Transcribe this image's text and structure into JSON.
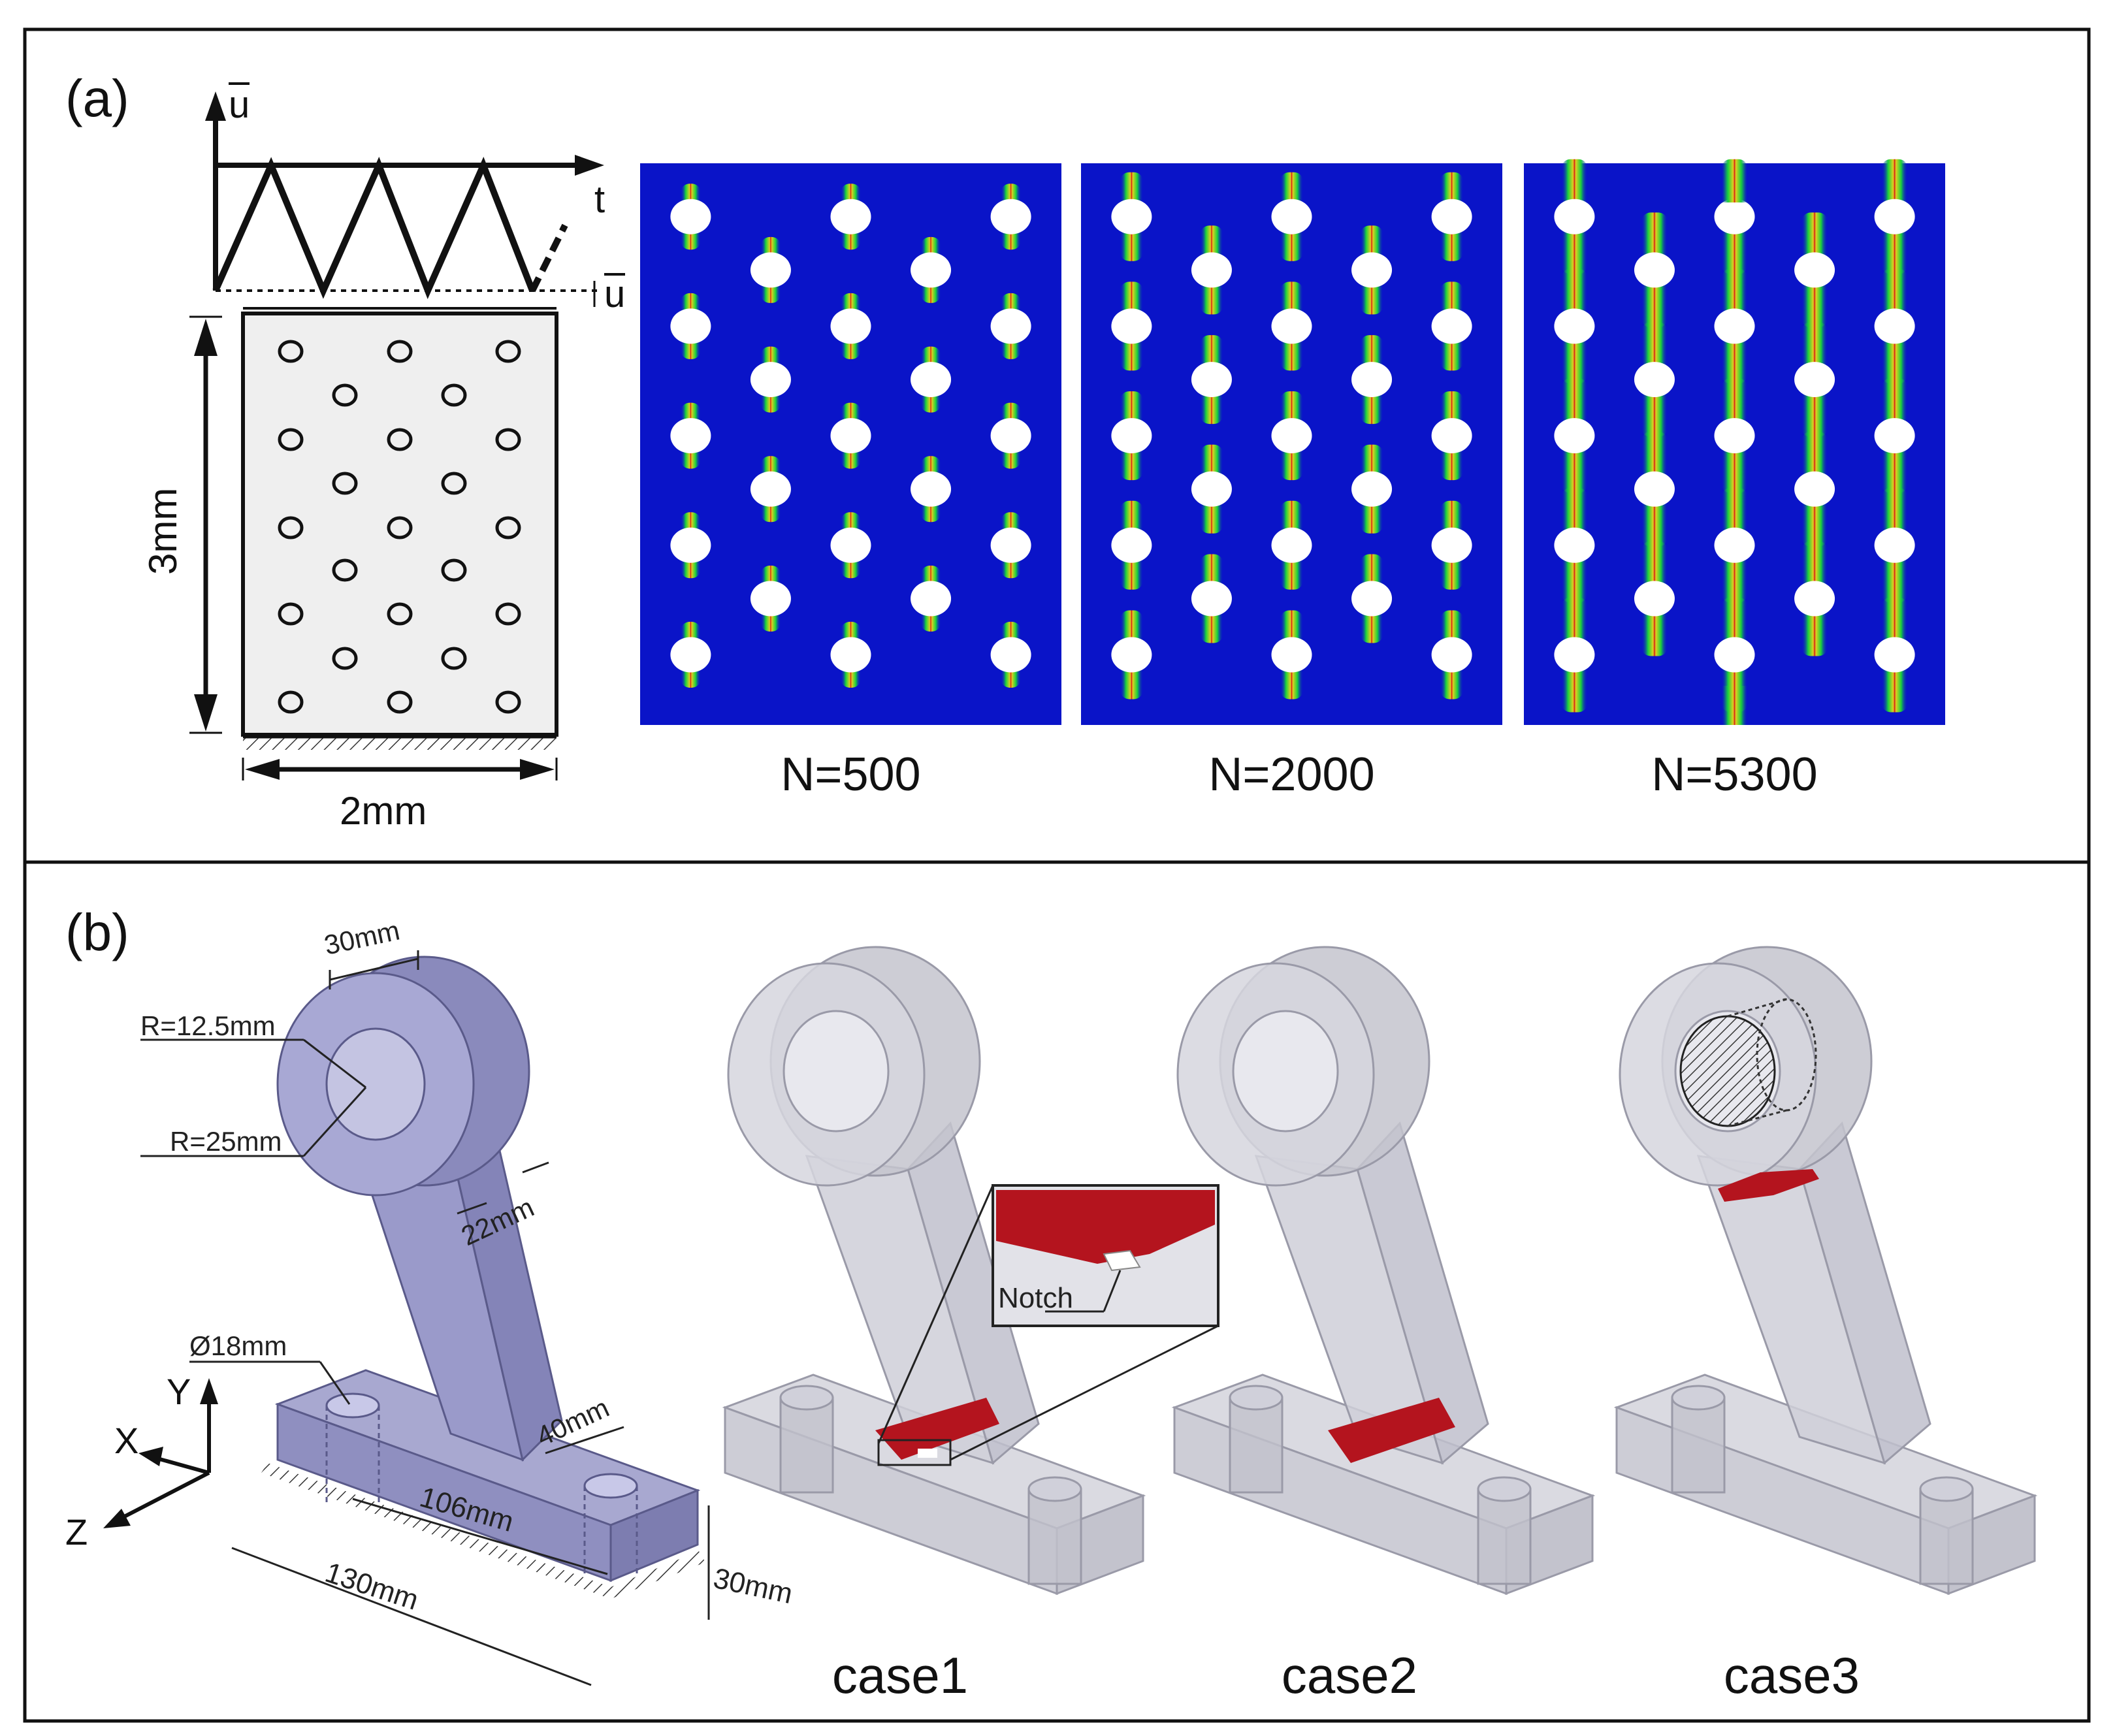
{
  "panel_a": {
    "label": "(a)",
    "axis_u": "u",
    "axis_t": "t",
    "axis_neg_u": "u",
    "dim_height": "3mm",
    "dim_width": "2mm",
    "snapshots": [
      {
        "caption": "N=500",
        "crack_level": 0.25
      },
      {
        "caption": "N=2000",
        "crack_level": 0.6
      },
      {
        "caption": "N=5300",
        "crack_level": 1.0
      }
    ],
    "colors": {
      "field": "#0a14c8",
      "crack_outer": "#19d23c",
      "crack_core": "#d21e14",
      "hole": "#ffffff"
    }
  },
  "panel_b": {
    "label": "(b)",
    "dims": {
      "top_width": "30mm",
      "inner_radius": "R=12.5mm",
      "outer_radius": "R=25mm",
      "arm_thickness": "22mm",
      "bolt_hole": "Ø18mm",
      "hole_spacing": "106mm",
      "base_length": "130mm",
      "base_height": "30mm",
      "arm_offset": "40mm"
    },
    "axes": {
      "x": "X",
      "y": "Y",
      "z": "Z"
    },
    "inset_label": "Notch",
    "cases": [
      "case1",
      "case2",
      "case3"
    ],
    "colors": {
      "solid": "#9b9bc8",
      "ghost": "#c8c8d4",
      "crack": "#b4141e"
    }
  }
}
